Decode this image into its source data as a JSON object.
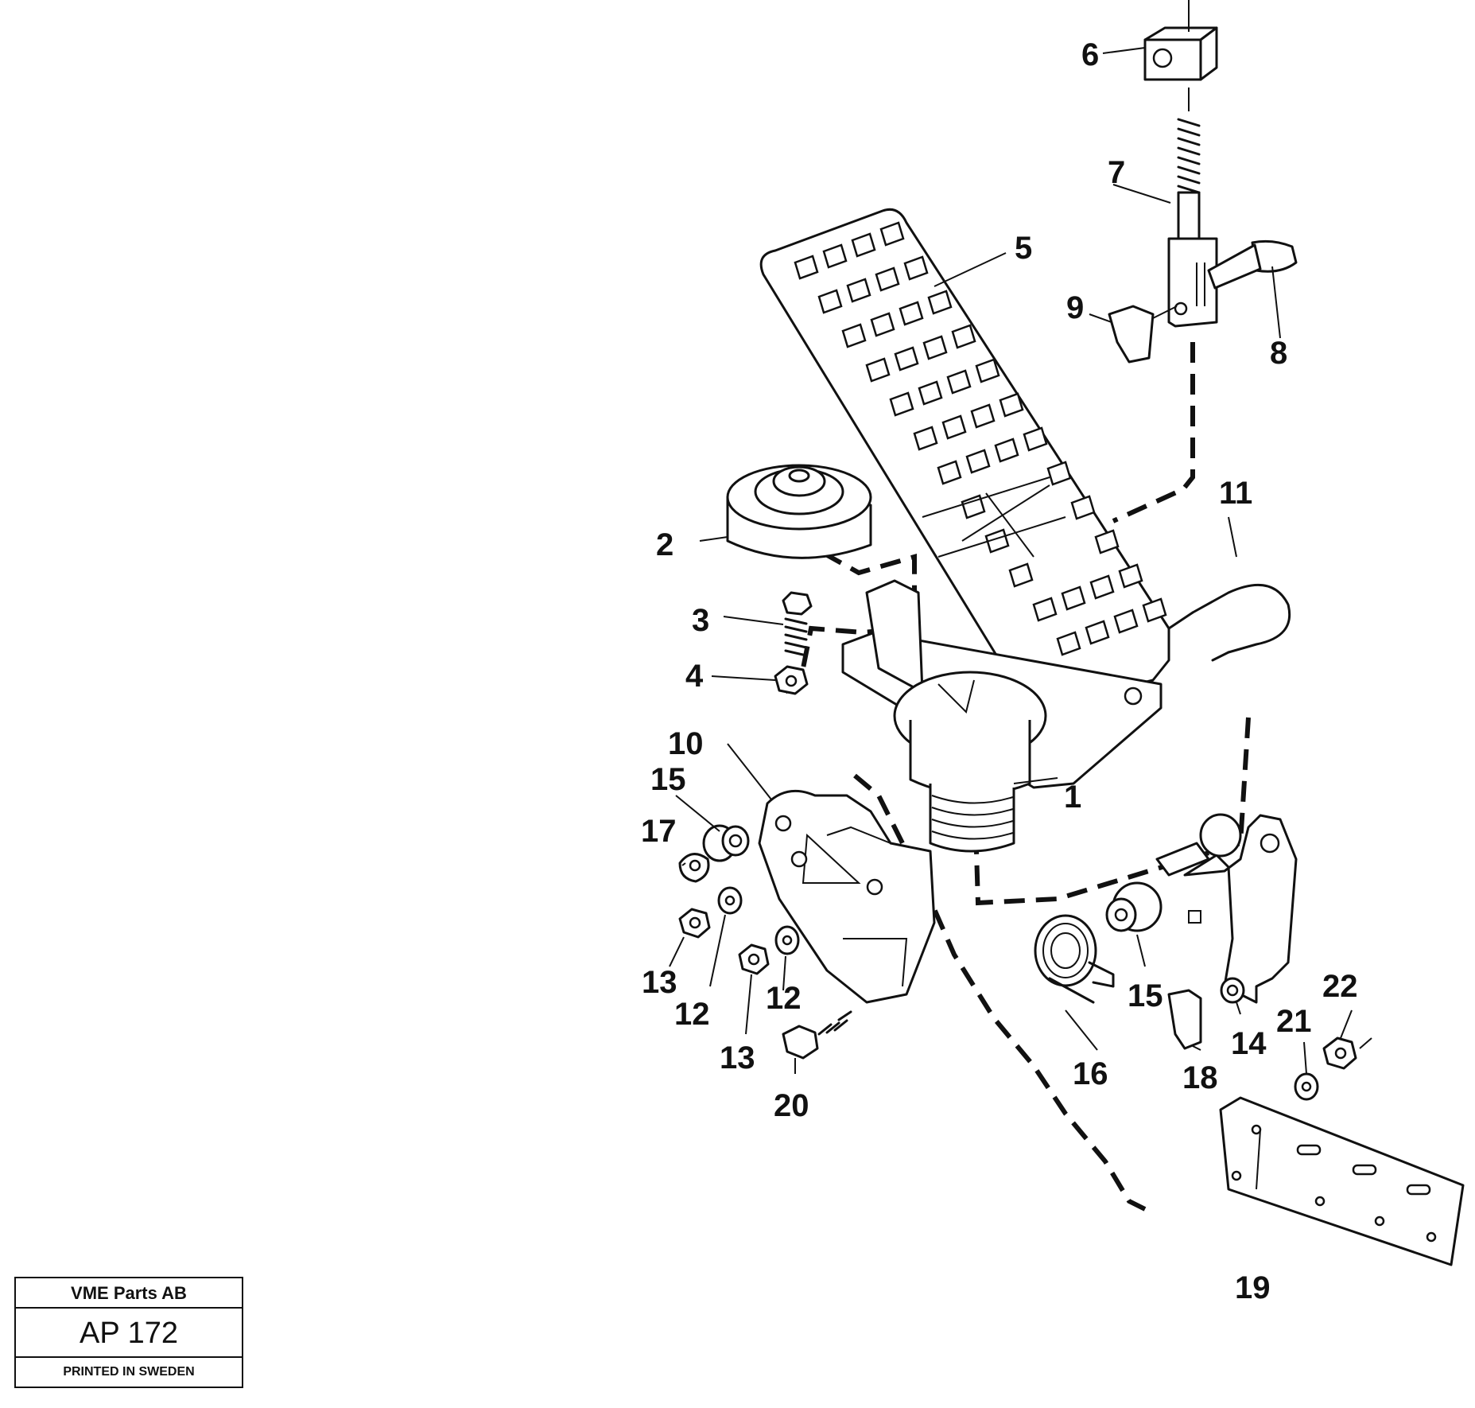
{
  "diagram": {
    "labels": [
      "1",
      "2",
      "3",
      "4",
      "5",
      "6",
      "7",
      "8",
      "9",
      "10",
      "11",
      "12",
      "12",
      "13",
      "13",
      "14",
      "15",
      "15",
      "16",
      "17",
      "18",
      "19",
      "20",
      "21",
      "22"
    ]
  },
  "title_block": {
    "company": "VME Parts AB",
    "code": "AP 172",
    "printed": "PRINTED IN SWEDEN"
  }
}
